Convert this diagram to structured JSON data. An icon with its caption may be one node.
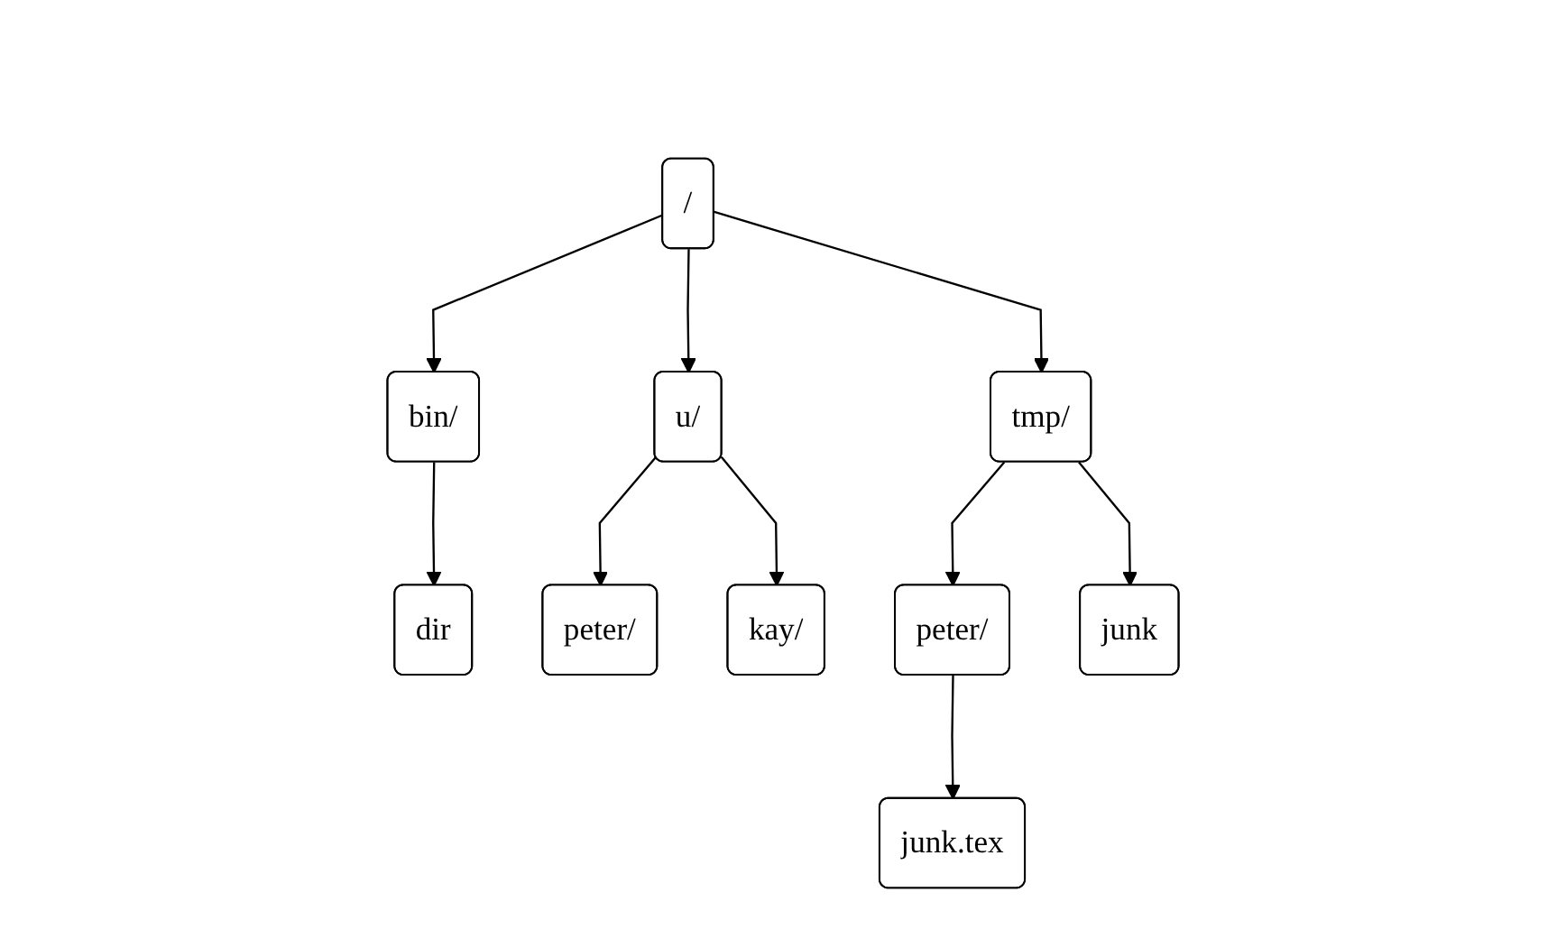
{
  "diagram": {
    "nodes": [
      {
        "text": [
          "/"
        ]
      },
      {
        "text": [
          "bin/"
        ]
      },
      {
        "text": [
          "u/"
        ]
      },
      {
        "text": [
          "tmp/"
        ]
      },
      {
        "text": [
          "dir"
        ]
      },
      {
        "text": [
          "peter/"
        ]
      },
      {
        "text": [
          "kay/"
        ]
      },
      {
        "text": [
          "peter/"
        ]
      },
      {
        "text": [
          "junk"
        ]
      },
      {
        "text": [
          "junk.tex"
        ]
      }
    ],
    "edges": [
      {
        "from": 0,
        "to": 1,
        "arrow": "to"
      },
      {
        "from": 0,
        "to": 2,
        "arrow": "to"
      },
      {
        "from": 0,
        "to": 3,
        "arrow": "to"
      },
      {
        "from": 1,
        "to": 4,
        "arrow": "to"
      },
      {
        "from": 2,
        "to": 5,
        "arrow": "to"
      },
      {
        "from": 2,
        "to": 6,
        "arrow": "to"
      },
      {
        "from": 3,
        "to": 7,
        "arrow": "to"
      },
      {
        "from": 3,
        "to": 8,
        "arrow": "to"
      },
      {
        "from": 7,
        "to": 9,
        "arrow": "to"
      }
    ]
  }
}
